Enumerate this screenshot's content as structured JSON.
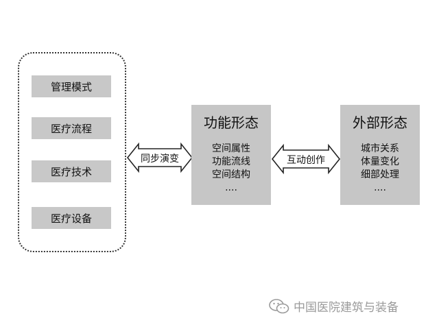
{
  "left_group": {
    "items": [
      "管理模式",
      "医疗流程",
      "医疗技术",
      "医疗设备"
    ]
  },
  "arrow1": {
    "label": "同步演变"
  },
  "box_function": {
    "title": "功能形态",
    "lines": [
      "空间属性",
      "功能流线",
      "空间结构",
      "...."
    ]
  },
  "arrow2": {
    "label": "互动创作"
  },
  "box_external": {
    "title": "外部形态",
    "lines": [
      "城市关系",
      "体量变化",
      "细部处理",
      "...."
    ]
  },
  "watermark": {
    "text": "中国医院建筑与装备",
    "icon": "wechat-icon"
  },
  "colors": {
    "box_fill": "#c8c8c8",
    "arrow_stroke": "#222222",
    "watermark": "#9a9a9a"
  }
}
